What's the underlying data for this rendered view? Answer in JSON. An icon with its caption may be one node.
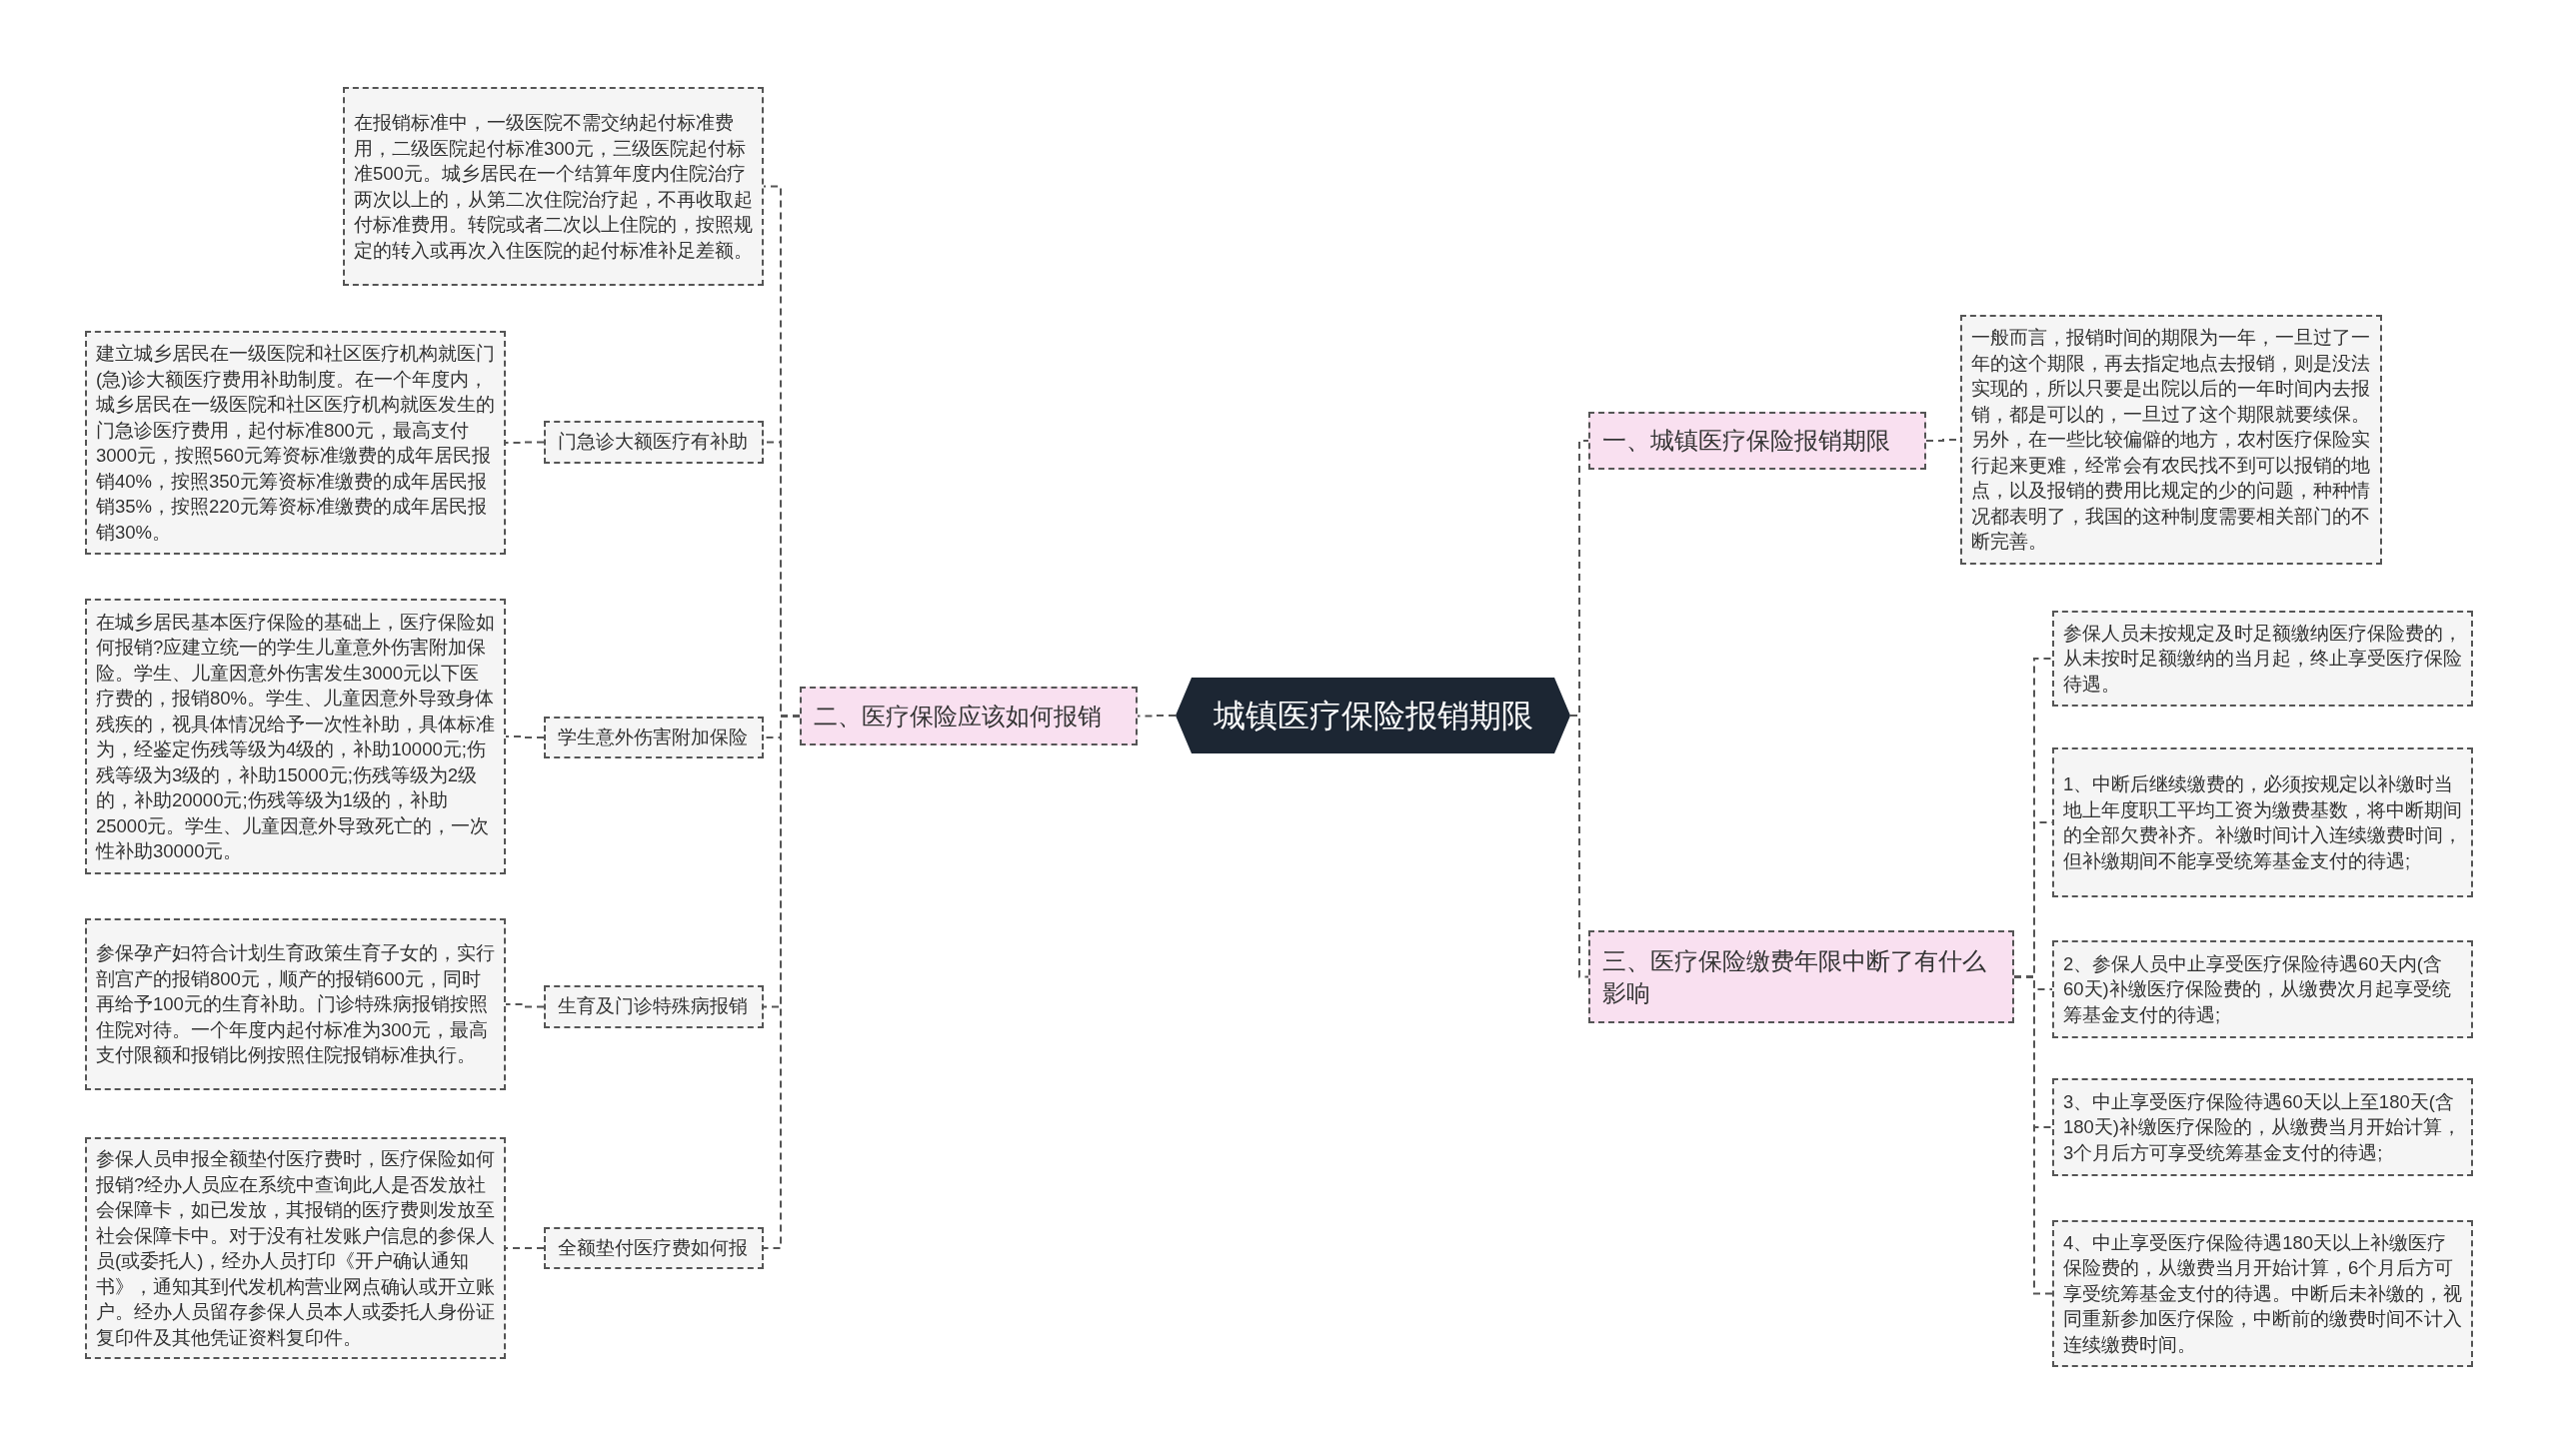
{
  "diagram": {
    "nodes": [
      {
        "text": [
          "城镇医疗保险报销期限"
        ]
      },
      {
        "text": [
          "二、医疗保险应该如何报销"
        ]
      },
      {
        "text": [
          "在报销标准中，一级医院不需交纳起付标准费用，二级医院起付标准300元，三级医院起付标准500元。城乡居民在一个结算年度内住院治疗两次以上的，从第二次住院治疗起，不再收取起付标准费用。转院或者二次以上住院的，按照规定的转入或再次入住医院的起付标准补足差额。"
        ]
      },
      {
        "text": [
          "门急诊大额医疗有补助"
        ]
      },
      {
        "text": [
          "建立城乡居民在一级医院和社区医疗机构就医门(急)诊大额医疗费用补助制度。在一个年度内，城乡居民在一级医院和社区医疗机构就医发生的门急诊医疗费用，起付标准800元，最高支付3000元，按照560元筹资标准缴费的成年居民报销40%，按照350元筹资标准缴费的成年居民报销35%，按照220元筹资标准缴费的成年居民报销30%。"
        ]
      },
      {
        "text": [
          "学生意外伤害附加保险"
        ]
      },
      {
        "text": [
          "在城乡居民基本医疗保险的基础上，医疗保险如何报销?应建立统一的学生儿童意外伤害附加保险。学生、儿童因意外伤害发生3000元以下医疗费的，报销80%。学生、儿童因意外导致身体残疾的，视具体情况给予一次性补助，具体标准为，经鉴定伤残等级为4级的，补助10000元;伤残等级为3级的，补助15000元;伤残等级为2级的，补助20000元;伤残等级为1级的，补助25000元。学生、儿童因意外导致死亡的，一次性补助30000元。"
        ]
      },
      {
        "text": [
          "生育及门诊特殊病报销"
        ]
      },
      {
        "text": [
          "参保孕产妇符合计划生育政策生育子女的，实行剖宫产的报销800元，顺产的报销600元，同时再给予100元的生育补助。门诊特殊病报销按照住院对待。一个年度内起付标准为300元，最高支付限额和报销比例按照住院报销标准执行。"
        ]
      },
      {
        "text": [
          "全额垫付医疗费如何报"
        ]
      },
      {
        "text": [
          "参保人员申报全额垫付医疗费时，医疗保险如何报销?经办人员应在系统中查询此人是否发放社会保障卡，如已发放，其报销的医疗费则发放至社会保障卡中。对于没有社发账户信息的参保人员(或委托人)，经办人员打印《开户确认通知书》，通知其到代发机构营业网点确认或开立账户。经办人员留存参保人员本人或委托人身份证复印件及其他凭证资料复印件。"
        ]
      },
      {
        "text": [
          "一、城镇医疗保险报销期限"
        ]
      },
      {
        "text": [
          "一般而言，报销时间的期限为一年，一旦过了一年的这个期限，再去指定地点去报销，则是没法实现的，所以只要是出院以后的一年时间内去报销，都是可以的，一旦过了这个期限就要续保。另外，在一些比较偏僻的地方，农村医疗保险实行起来更难，经常会有农民找不到可以报销的地点，以及报销的费用比规定的少的问题，种种情况都表明了，我国的这种制度需要相关部门的不断完善。"
        ]
      },
      {
        "text": [
          "三、医疗保险缴费年限中断了有什么影响"
        ]
      },
      {
        "text": [
          "参保人员未按规定及时足额缴纳医疗保险费的，从未按时足额缴纳的当月起，终止享受医疗保险待遇。"
        ]
      },
      {
        "text": [
          "1、中断后继续缴费的，必须按规定以补缴时当地上年度职工平均工资为缴费基数，将中断期间的全部欠费补齐。补缴时间计入连续缴费时间，但补缴期间不能享受统筹基金支付的待遇;"
        ]
      },
      {
        "text": [
          "2、参保人员中止享受医疗保险待遇60天内(含60天)补缴医疗保险费的，从缴费次月起享受统筹基金支付的待遇;"
        ]
      },
      {
        "text": [
          "3、中止享受医疗保险待遇60天以上至180天(含180天)补缴医疗保险的，从缴费当月开始计算，3个月后方可享受统筹基金支付的待遇;"
        ]
      },
      {
        "text": [
          "4、中止享受医疗保险待遇180天以上补缴医疗保险费的，从缴费当月开始计算，6个月后方可享受统筹基金支付的待遇。中断后未补缴的，视同重新参加医疗保险，中断前的缴费时间不计入连续缴费时间。"
        ]
      }
    ],
    "edges": [
      {
        "from": 0,
        "to": 1,
        "arrow": "none",
        "style": "dashed"
      },
      {
        "from": 1,
        "to": 2,
        "arrow": "none",
        "style": "dashed"
      },
      {
        "from": 1,
        "to": 3,
        "arrow": "none",
        "style": "dashed"
      },
      {
        "from": 3,
        "to": 4,
        "arrow": "none",
        "style": "dashed"
      },
      {
        "from": 1,
        "to": 5,
        "arrow": "none",
        "style": "dashed"
      },
      {
        "from": 5,
        "to": 6,
        "arrow": "none",
        "style": "dashed"
      },
      {
        "from": 1,
        "to": 7,
        "arrow": "none",
        "style": "dashed"
      },
      {
        "from": 7,
        "to": 8,
        "arrow": "none",
        "style": "dashed"
      },
      {
        "from": 1,
        "to": 9,
        "arrow": "none",
        "style": "dashed"
      },
      {
        "from": 9,
        "to": 10,
        "arrow": "none",
        "style": "dashed"
      },
      {
        "from": 0,
        "to": 11,
        "arrow": "none",
        "style": "dashed"
      },
      {
        "from": 11,
        "to": 12,
        "arrow": "none",
        "style": "dashed"
      },
      {
        "from": 0,
        "to": 13,
        "arrow": "none",
        "style": "dashed"
      },
      {
        "from": 13,
        "to": 14,
        "arrow": "none",
        "style": "dashed"
      },
      {
        "from": 13,
        "to": 15,
        "arrow": "none",
        "style": "dashed"
      },
      {
        "from": 13,
        "to": 16,
        "arrow": "none",
        "style": "dashed"
      },
      {
        "from": 13,
        "to": 17,
        "arrow": "none",
        "style": "dashed"
      },
      {
        "from": 13,
        "to": 18,
        "arrow": "none",
        "style": "dashed"
      }
    ]
  }
}
